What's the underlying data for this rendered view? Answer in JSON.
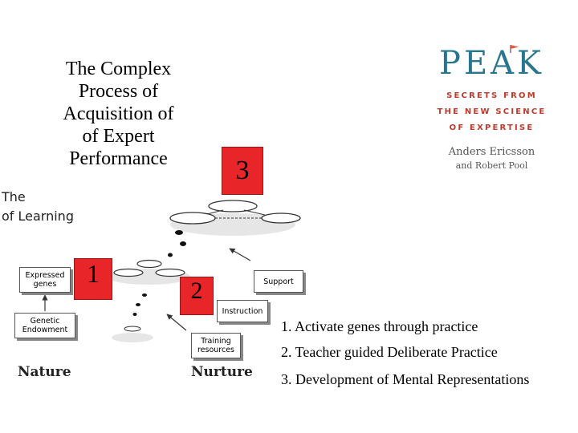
{
  "title": {
    "lines": [
      "The Complex",
      "Process of",
      "Acquisition of",
      "of Expert",
      "Performance"
    ]
  },
  "markers": {
    "m1": "1",
    "m2": "2",
    "m3": "3"
  },
  "book": {
    "title": "PEAK",
    "subtitle_lines": [
      "SECRETS FROM",
      "THE NEW SCIENCE",
      "OF EXPERTISE"
    ],
    "author_line1": "Anders Ericsson",
    "author_line2": "and Robert Pool",
    "colors": {
      "title": "#28758f",
      "subtitle": "#c0392b",
      "flag": "#e05a4a"
    }
  },
  "diagram": {
    "heading_lines": [
      "The",
      "of Learning"
    ],
    "boxes": {
      "expressed_genes": [
        "Expressed",
        "genes"
      ],
      "genetic_endowment": [
        "Genetic",
        "Endowment"
      ],
      "support": "Support",
      "instruction": "Instruction",
      "training_resources": [
        "Training",
        "resources"
      ]
    },
    "nature": "Nature",
    "nurture": "Nurture"
  },
  "steps": [
    "1.  Activate genes through practice",
    "2. Teacher guided Deliberate Practice",
    "3. Development of Mental Representations"
  ],
  "colors": {
    "marker_red": "#e8262a"
  }
}
